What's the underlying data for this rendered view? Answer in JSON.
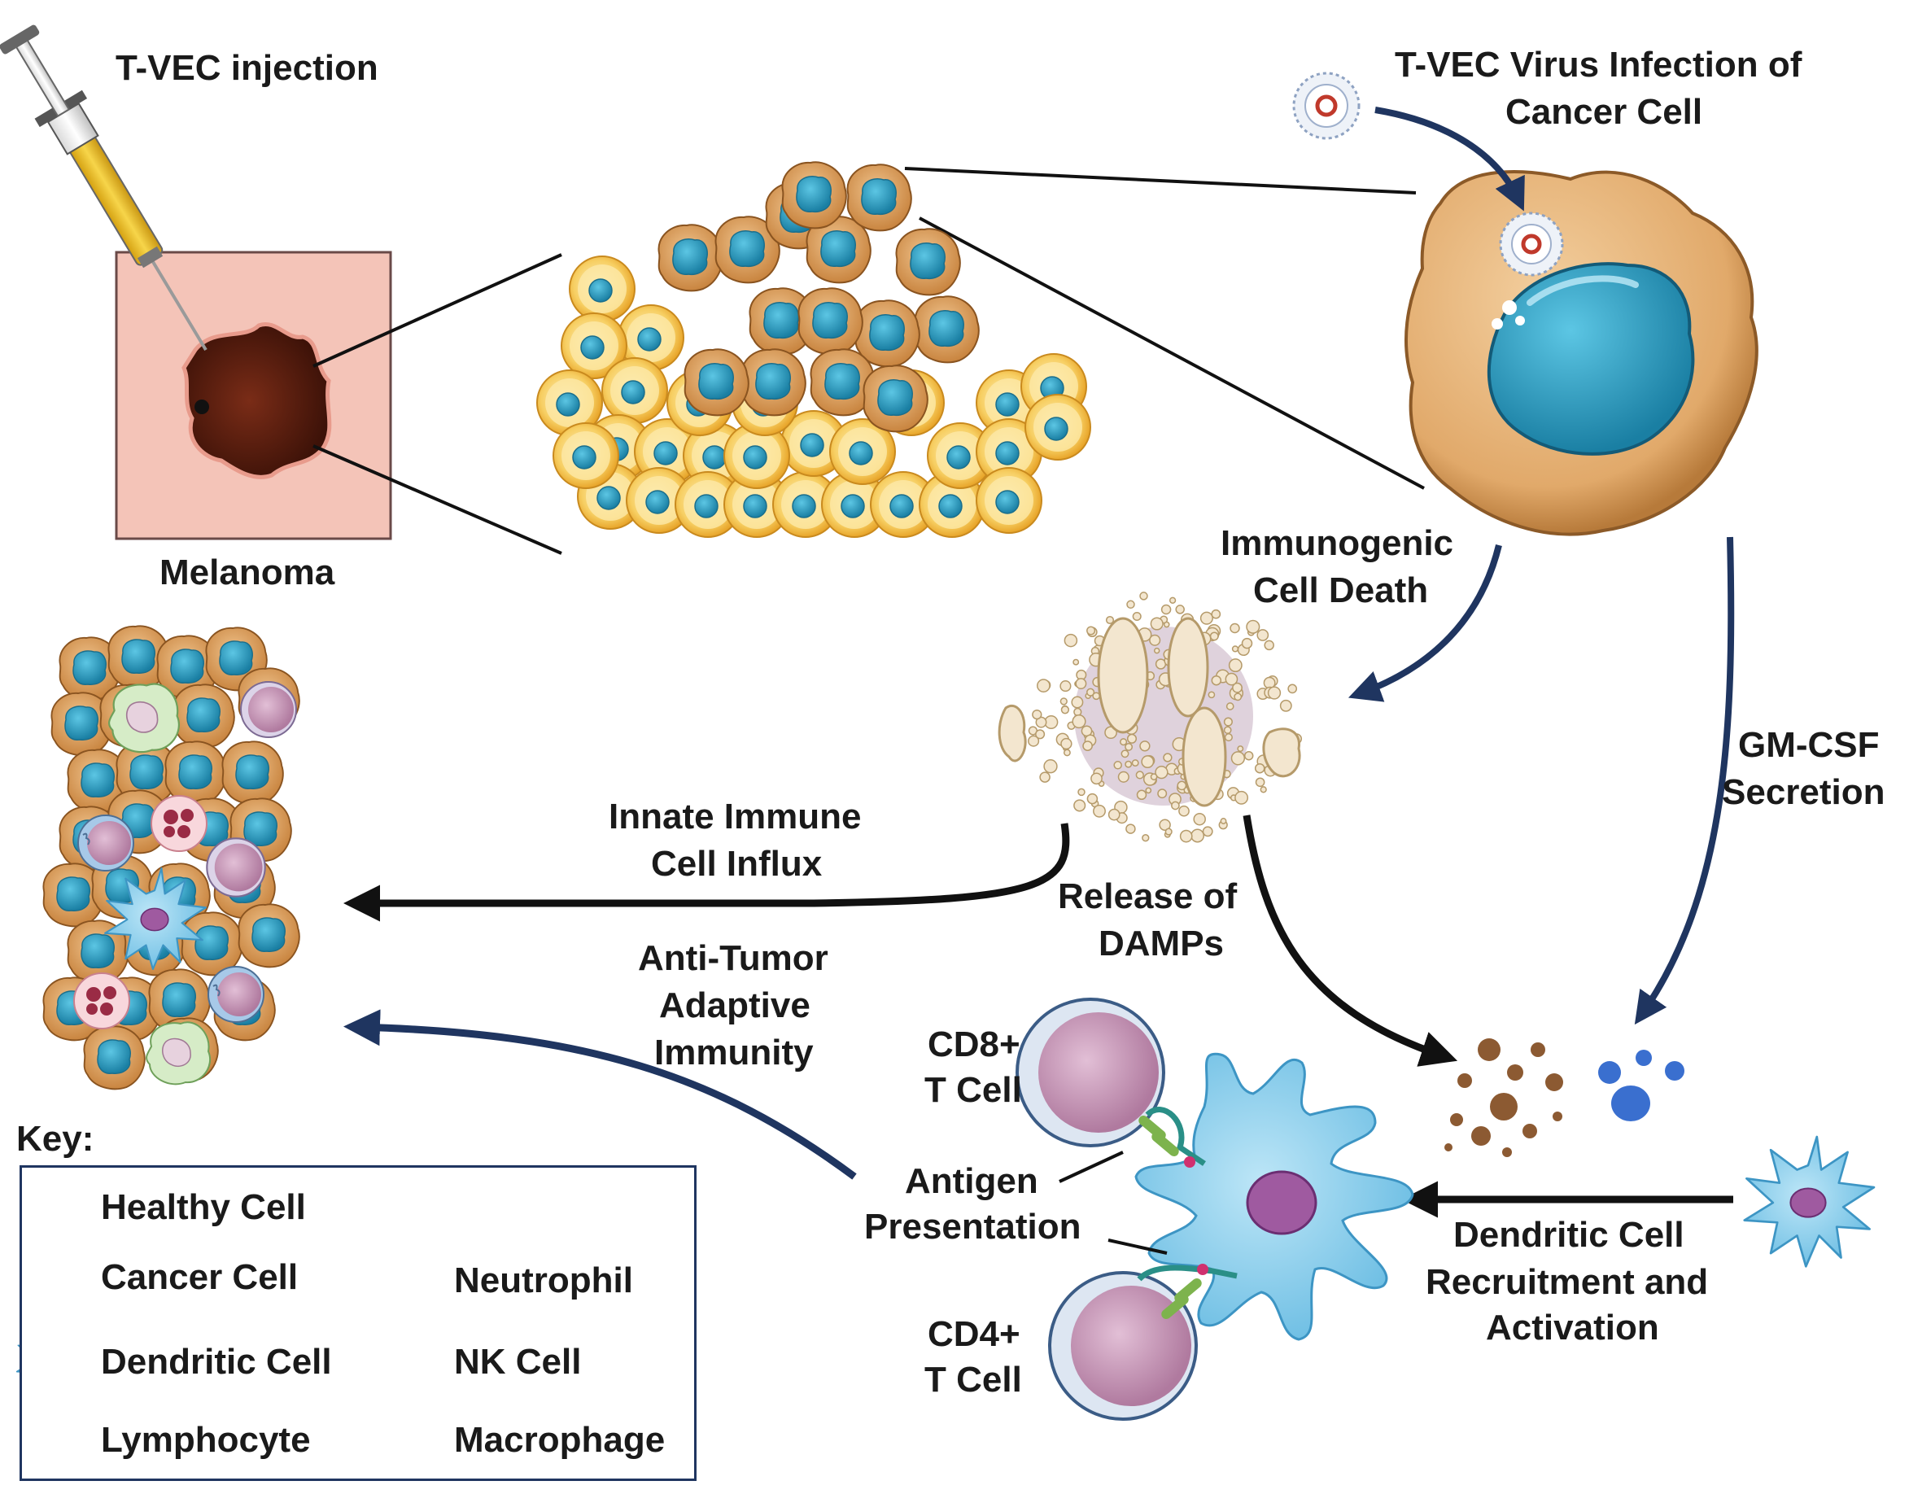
{
  "labels": {
    "tvec_injection": "T-VEC injection",
    "melanoma": "Melanoma",
    "virus_infection_line1": "T-VEC Virus Infection of",
    "virus_infection_line2": "Cancer Cell",
    "icd_line1": "Immunogenic",
    "icd_line2": "Cell Death",
    "gmcsf_line1": "GM-CSF",
    "gmcsf_line2": "Secretion",
    "innate_line1": "Innate Immune",
    "innate_line2": "Cell Influx",
    "damps_line1": "Release of",
    "damps_line2": "DAMPs",
    "adaptive_line1": "Anti-Tumor",
    "adaptive_line2": "Adaptive",
    "adaptive_line3": "Immunity",
    "cd8_line1": "CD8+",
    "cd8_line2": "T Cell",
    "cd4_line1": "CD4+",
    "cd4_line2": "T Cell",
    "antigen_line1": "Antigen",
    "antigen_line2": "Presentation",
    "dc_recruit_line1": "Dendritic Cell",
    "dc_recruit_line2": "Recruitment and",
    "dc_recruit_line3": "Activation"
  },
  "key": {
    "title": "Key:",
    "items": [
      {
        "label": "Healthy Cell",
        "icon": "healthy-cell-icon"
      },
      {
        "label": "Cancer Cell",
        "icon": "cancer-cell-icon"
      },
      {
        "label": "Dendritic Cell",
        "icon": "dendritic-cell-icon"
      },
      {
        "label": "Lymphocyte",
        "icon": "lymphocyte-icon"
      },
      {
        "label": "Neutrophil",
        "icon": "neutrophil-icon"
      },
      {
        "label": "NK Cell",
        "icon": "nk-cell-icon"
      },
      {
        "label": "Macrophage",
        "icon": "macrophage-icon"
      }
    ]
  },
  "colors": {
    "healthy_outer": "#f2b93a",
    "healthy_inner": "#fbe6a0",
    "nucleus": "#2a9cbf",
    "cancer": "#dba066",
    "cancer_nucleus": "#2b8fb0",
    "dendritic": "#8fd0ee",
    "lymphocyte": "#c79ab8",
    "nk_rim": "#8fb8dd",
    "neutrophil": "#f6c9cf",
    "neutrophil_lobes": "#9a2b45",
    "macrophage": "#c9e6b8",
    "navy_arrow": "#1f3560",
    "black_arrow": "#111111",
    "skin": "#f4c4b8",
    "lesion": "#5a1e0f",
    "debris": "#e8d2b0",
    "damp_brown": "#8c5a32",
    "gmcsf_blue": "#3a6fcf"
  }
}
